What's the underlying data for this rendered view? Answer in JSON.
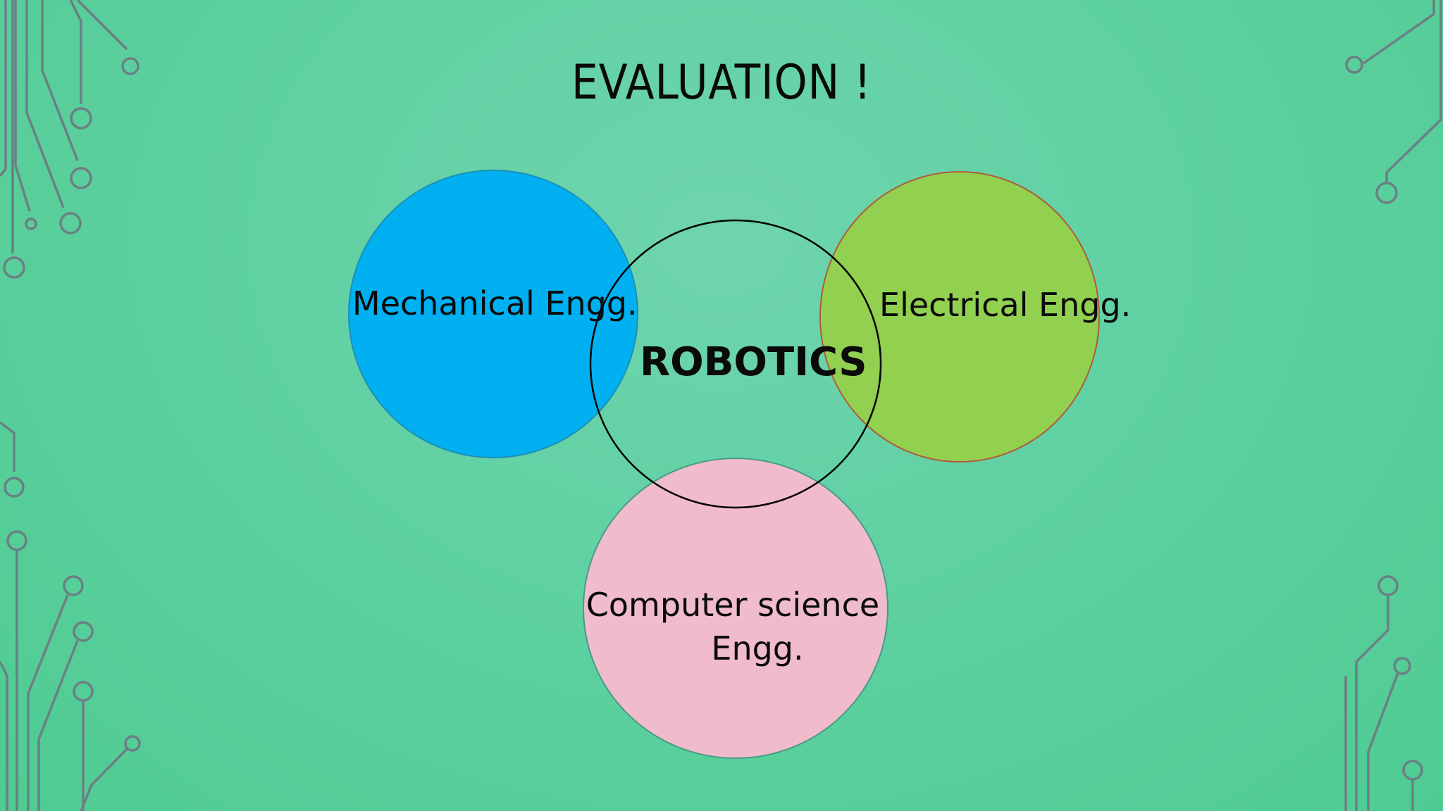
{
  "slide": {
    "title": "EVALUATION !"
  },
  "diagram": {
    "type": "venn",
    "sets": [
      {
        "name": "Mechanical Engg.",
        "color": "#00b0f0"
      },
      {
        "name": "Electrical Engg.",
        "color": "#92d050"
      },
      {
        "name_line1": "Computer science",
        "name_line2": "Engg.",
        "color": "#f0bccc"
      },
      {
        "name": "ROBOTICS",
        "color": "none"
      }
    ]
  },
  "colors": {
    "background": "#5fd1a2",
    "circuit_lines": "#6b7a80",
    "center_outline": "#000000"
  }
}
